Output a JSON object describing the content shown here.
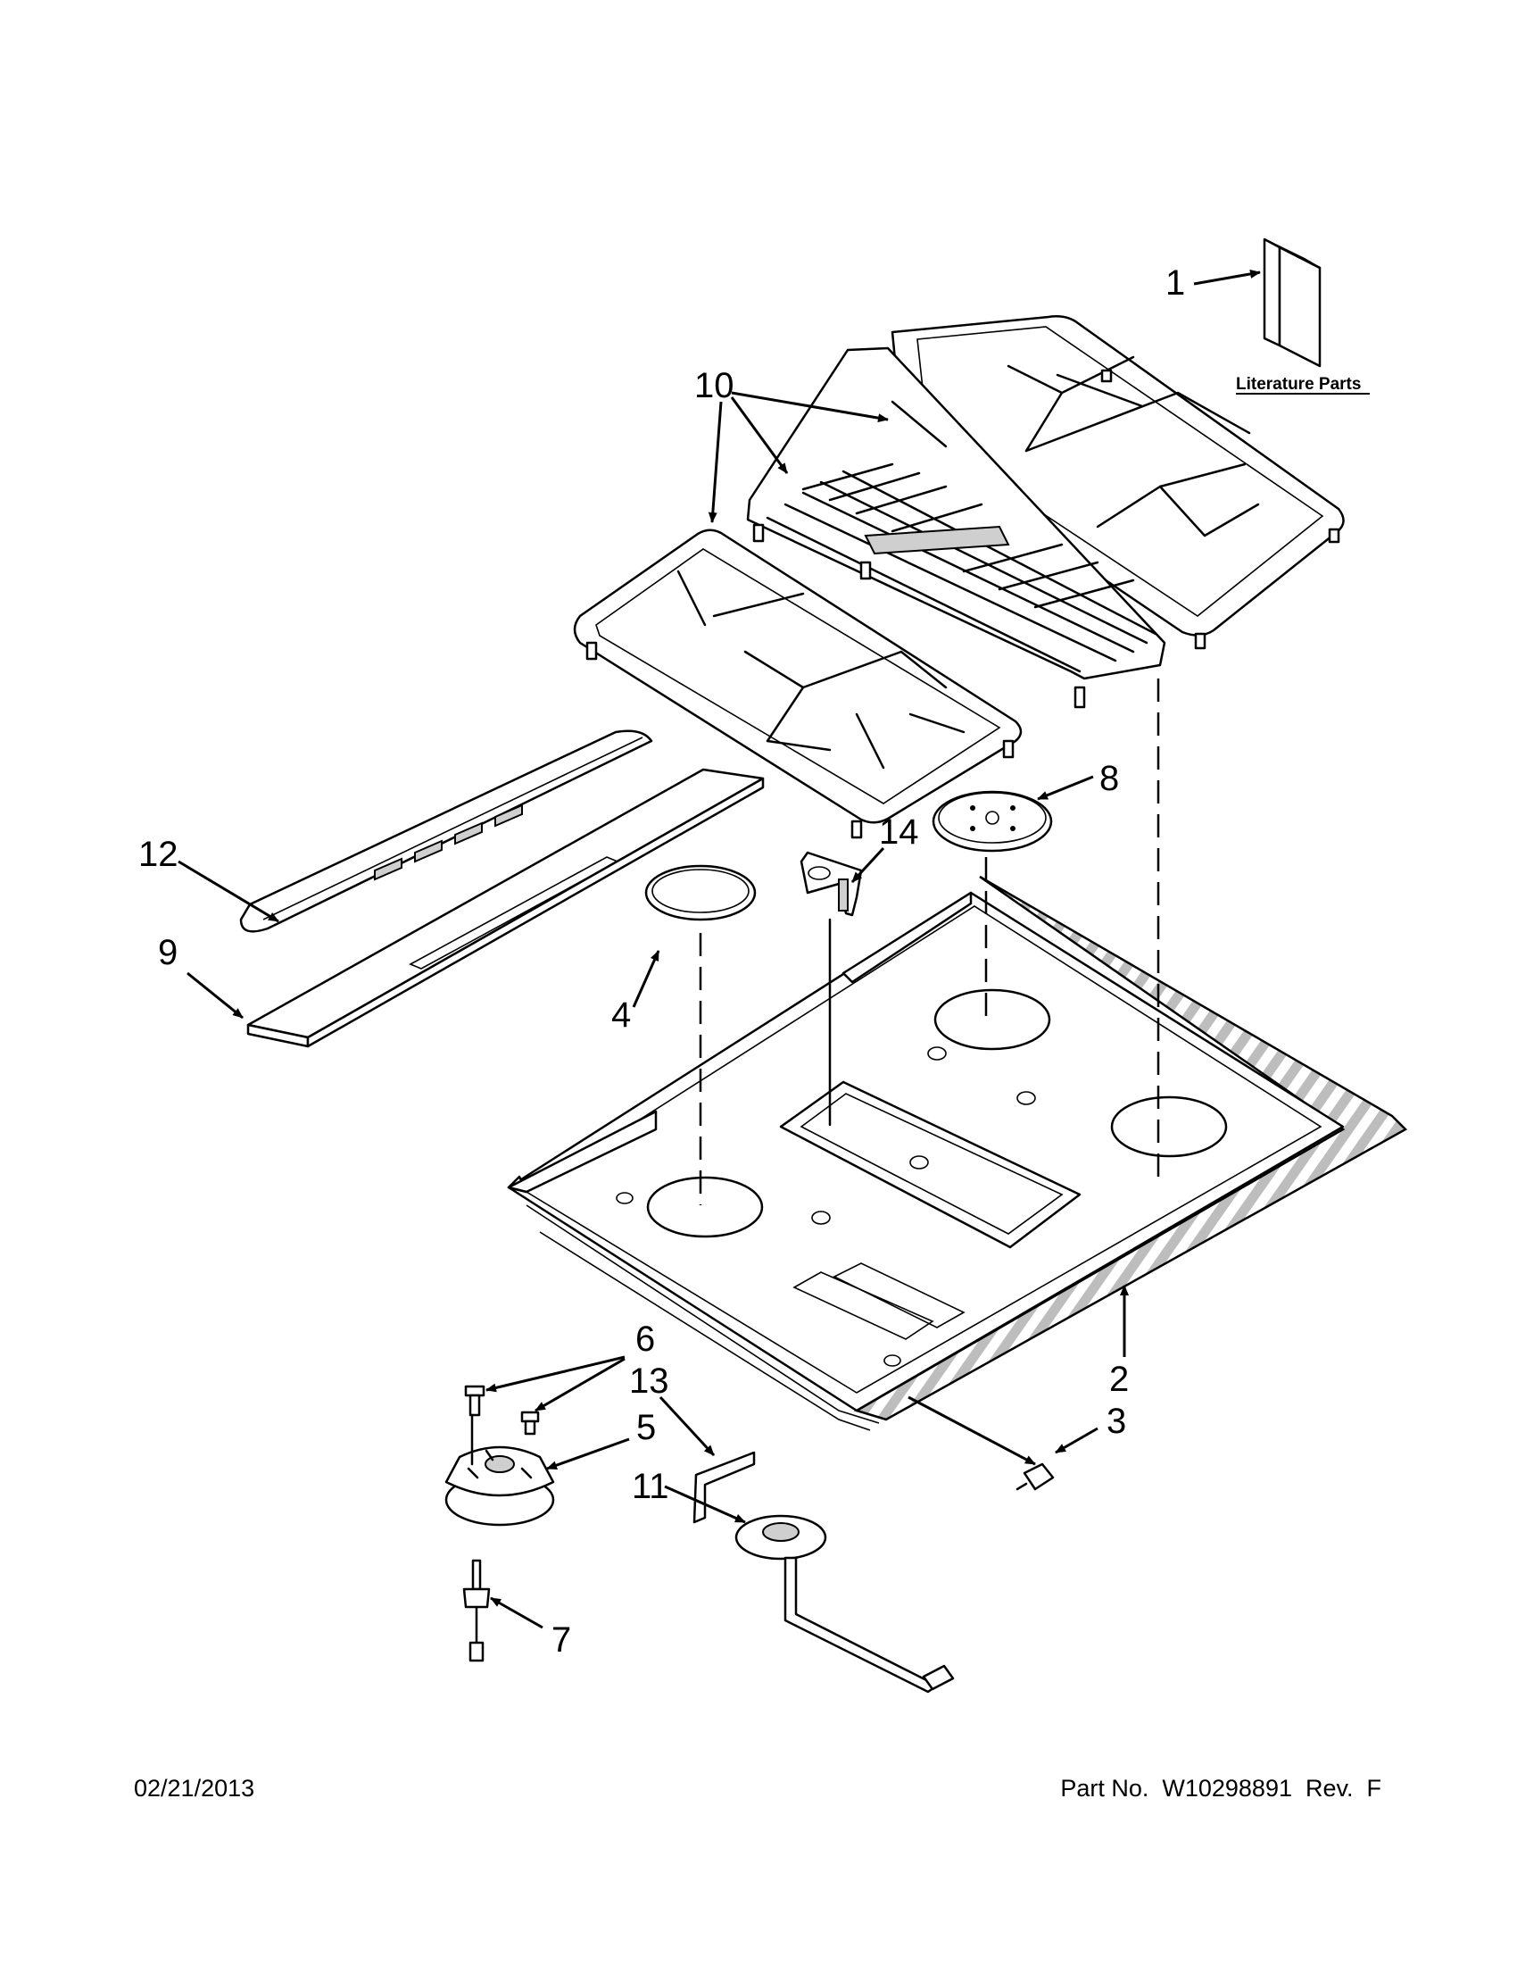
{
  "callouts": {
    "c1": "1",
    "c2": "2",
    "c3": "3",
    "c4": "4",
    "c5": "5",
    "c6": "6",
    "c7": "7",
    "c8": "8",
    "c9": "9",
    "c10": "10",
    "c11": "11",
    "c12": "12",
    "c13": "13",
    "c14": "14"
  },
  "literature_label": "Literature Parts",
  "footer": {
    "date": "02/21/2013",
    "part_number": "Part No.  W10298891  Rev.  F"
  }
}
